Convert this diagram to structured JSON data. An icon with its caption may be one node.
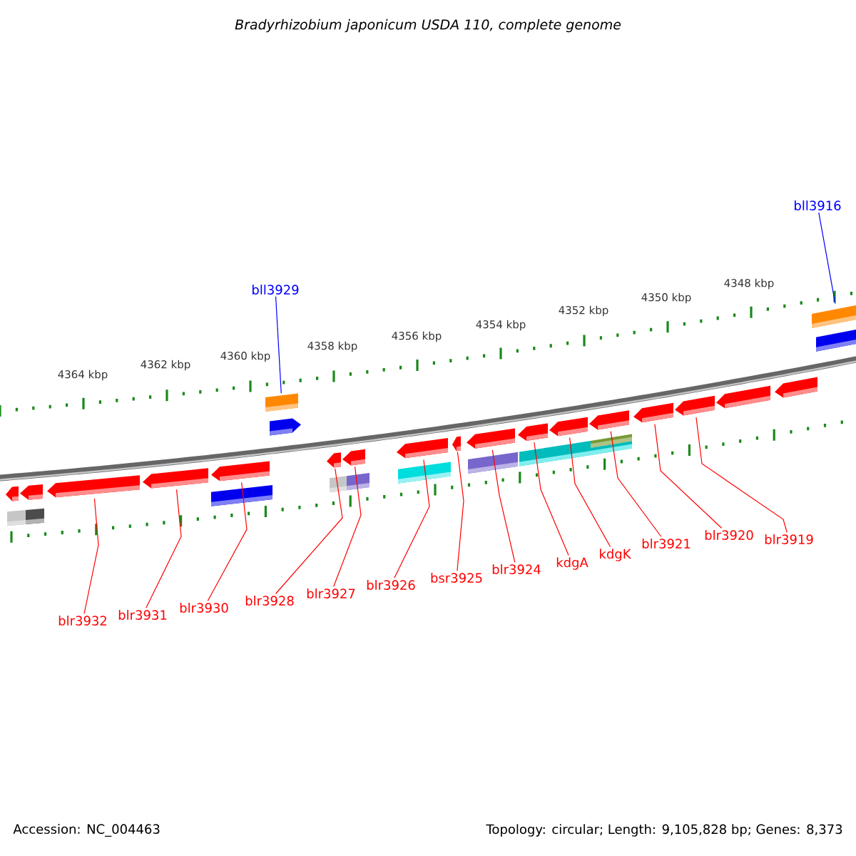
{
  "diagram": {
    "title": "*Bradyrhizobium japonicum* USDA 110, complete genome",
    "nodes": [
      {
        "text": [
          "bll3929"
        ]
      },
      {
        "text": [
          "bll3916"
        ]
      },
      {
        "text": [
          "blr3932"
        ]
      },
      {
        "text": [
          "blr3931"
        ]
      },
      {
        "text": [
          "blr3930"
        ]
      },
      {
        "text": [
          "blr3928"
        ]
      },
      {
        "text": [
          "blr3927"
        ]
      },
      {
        "text": [
          "blr3926"
        ]
      },
      {
        "text": [
          "bsr3925"
        ]
      },
      {
        "text": [
          "blr3924"
        ]
      },
      {
        "text": [
          "kdgA"
        ]
      },
      {
        "text": [
          "kdgK"
        ]
      },
      {
        "text": [
          "blr3921"
        ]
      },
      {
        "text": [
          "blr3920"
        ]
      },
      {
        "text": [
          "blr3919"
        ]
      },
      {
        "text": [],
        "shape": "pentagon"
      },
      {
        "text": [],
        "shape": "pentagon"
      },
      {
        "text": [],
        "shape": "pentagon"
      },
      {
        "text": [],
        "shape": "pentagon"
      },
      {
        "text": [],
        "shape": "pentagon"
      },
      {
        "text": [],
        "shape": "box"
      },
      {
        "text": [],
        "shape": "pentagon"
      },
      {
        "text": [],
        "shape": "pentagon"
      },
      {
        "text": [],
        "shape": "pentagon"
      },
      {
        "text": [],
        "shape": "pentagon"
      },
      {
        "text": [],
        "shape": "pentagon"
      },
      {
        "text": [],
        "shape": "pentagon"
      },
      {
        "text": [],
        "shape": "pentagon"
      },
      {
        "text": [],
        "shape": "pentagon"
      },
      {
        "text": [],
        "shape": "pentagon"
      },
      {
        "text": [],
        "shape": "pentagon"
      },
      {
        "text": [],
        "shape": "pentagon"
      },
      {
        "text": [],
        "shape": "pentagon"
      },
      {
        "text": [],
        "shape": "box"
      }
    ],
    "edges": [
      {
        "from": 0,
        "to": 20,
        "arrow": "none",
        "color": "#0000ff"
      },
      {
        "from": 1,
        "to": 33,
        "arrow": "none",
        "color": "#0000ff"
      },
      {
        "from": 2,
        "to": 17,
        "arrow": "none"
      },
      {
        "from": 3,
        "to": 18,
        "arrow": "none"
      },
      {
        "from": 4,
        "to": 19,
        "arrow": "none"
      },
      {
        "from": 5,
        "to": 21,
        "arrow": "none"
      },
      {
        "from": 6,
        "to": 22,
        "arrow": "none"
      },
      {
        "from": 7,
        "to": 23,
        "arrow": "none"
      },
      {
        "from": 8,
        "to": 24,
        "arrow": "none"
      },
      {
        "from": 9,
        "to": 25,
        "arrow": "none"
      },
      {
        "from": 10,
        "to": 26,
        "arrow": "none"
      },
      {
        "from": 11,
        "to": 27,
        "arrow": "none"
      },
      {
        "from": 12,
        "to": 28,
        "arrow": "none"
      },
      {
        "from": 13,
        "to": 29,
        "arrow": "none"
      },
      {
        "from": 14,
        "to": 30,
        "arrow": "none"
      }
    ],
    "labels": [
      "4364 kbp",
      "4362 kbp",
      "4360 kbp",
      "4358 kbp",
      "4356 kbp",
      "4354 kbp",
      "4352 kbp",
      "4350 kbp",
      "4348 kbp",
      "Accession: NC_004463",
      "Topology: circular; Length: 9,105,828 bp; Genes: 8,373"
    ]
  }
}
